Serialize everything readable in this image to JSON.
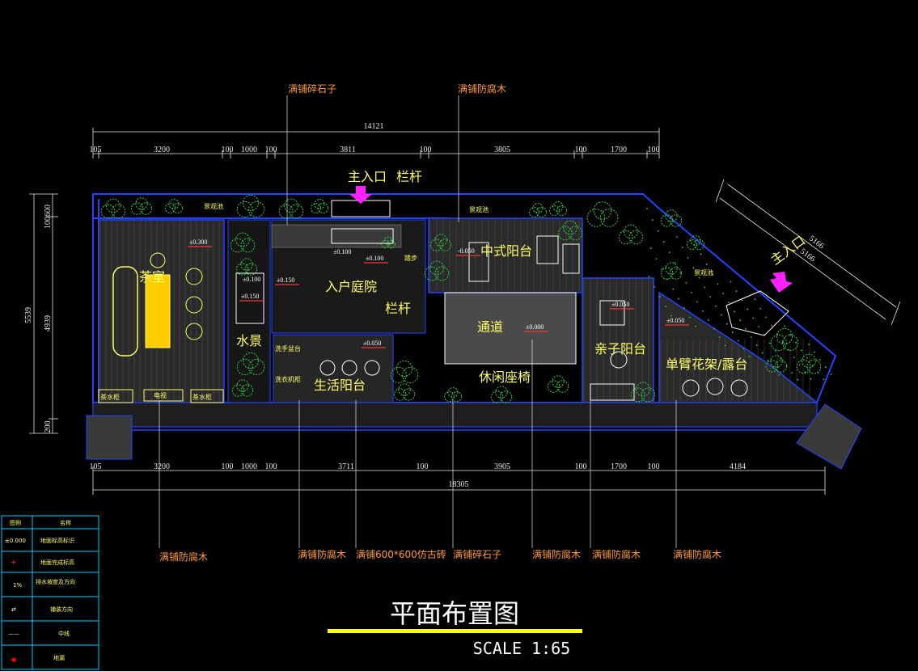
{
  "drawing": {
    "title": "平面布置图",
    "scale": "SCALE 1:65"
  },
  "top_dims": {
    "overall": "14121",
    "segments": [
      "105",
      "3200",
      "100",
      "1000",
      "100",
      "3811",
      "100",
      "3805",
      "100",
      "1700",
      "100"
    ]
  },
  "bottom_dims": {
    "overall": "18305",
    "segments": [
      "105",
      "3200",
      "100",
      "1000",
      "100",
      "3711",
      "100",
      "3905",
      "100",
      "1700",
      "100",
      "4184"
    ]
  },
  "left_dims": {
    "overall": "5539",
    "top": "100600",
    "middle": "4939",
    "bottom": "200"
  },
  "diag_dims": {
    "outer": "5166",
    "inner": "5166"
  },
  "rooms": {
    "tea": "茶室",
    "entry_court": "入户庭院",
    "chinese_balcony": "中式阳台",
    "passage": "通道",
    "leisure_seat": "休闲座椅",
    "parent_balcony": "亲子阳台",
    "life_balcony": "生活阳台",
    "pergola": "单臂花架/露台",
    "water_feature": "水景",
    "main_entry_1": "主入口",
    "main_entry_2": "主入口",
    "railing_1": "栏杆",
    "railing_2": "栏杆"
  },
  "small_labels": {
    "landscape_pool_1": "景观池",
    "landscape_pool_2": "景观池",
    "landscape_pool_3": "景观池",
    "tea_cabinet_left": "茶水柜",
    "tea_cabinet_right": "茶水柜",
    "tv": "电视",
    "wash_table": "洗手盆台",
    "washer": "洗衣机柜",
    "step": "踏步"
  },
  "levels": {
    "l1": "±0.300",
    "l2": "±0.150",
    "l3": "±0.150",
    "l4": "±0.100",
    "l5": "±0.100",
    "l6": "-0.050",
    "l7": "±0.000",
    "l8": "±0.050",
    "l9": "±0.050",
    "l10": "±0.050",
    "l11": "±0.100"
  },
  "materials_top": {
    "gravel": "满铺碎石子",
    "wood": "满铺防腐木"
  },
  "materials_bottom": [
    "满铺防腐木",
    "满铺防腐木",
    "满铺600*600仿古砖",
    "满铺碎石子",
    "满铺防腐木",
    "满铺防腐木",
    "满铺防腐木"
  ],
  "legend": {
    "header_symbol": "图例",
    "header_name": "名称",
    "rows": [
      {
        "symbol": "±0.000",
        "name": "地面标高标识"
      },
      {
        "symbol": "✛",
        "name": "地面完成标高"
      },
      {
        "symbol": "1%",
        "name": "排水坡度及方向"
      },
      {
        "symbol": "⇄",
        "name": "铺装方向"
      },
      {
        "symbol": "——",
        "name": "中线"
      },
      {
        "symbol": "●",
        "name": "地漏"
      }
    ]
  },
  "colors": {
    "background": "#000000",
    "wall": "#2244ff",
    "dimension": "#e8e8e8",
    "room_label": "#ffff66",
    "material_label": "#ff9933",
    "plant": "#33cc44",
    "arrow": "#ff22ff",
    "title_line": "#ffff00",
    "legend_border": "#00ccff",
    "drain": "#ff0000",
    "tea_table": "#ffcc00"
  }
}
